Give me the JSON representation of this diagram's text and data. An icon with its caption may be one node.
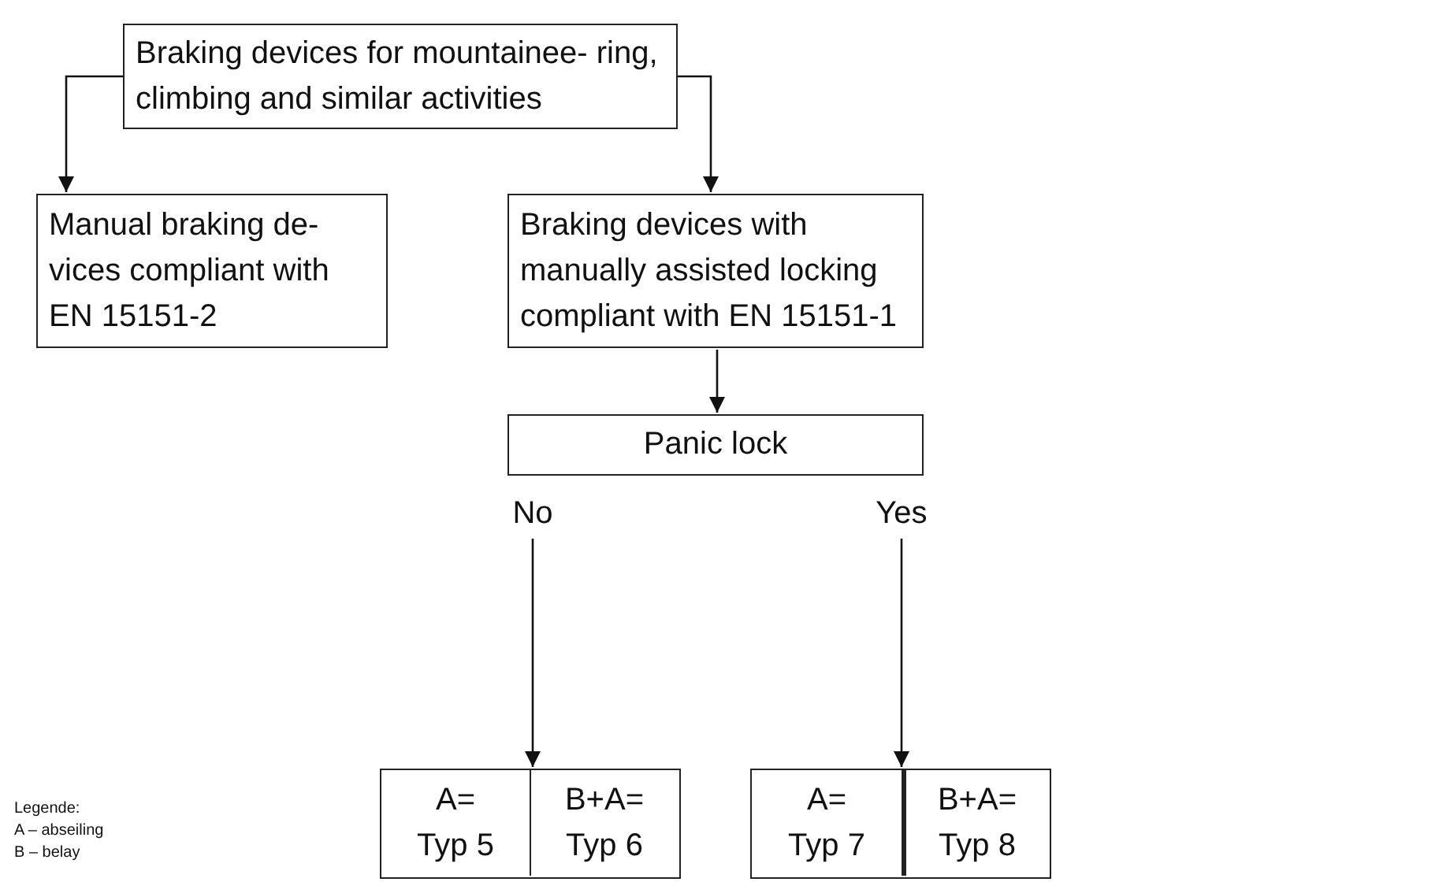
{
  "diagram": {
    "nodes": [
      {
        "text": [
          "Braking devices for mountainee- ring, climbing and similar activities"
        ]
      },
      {
        "text": [
          "Manual braking de- vices compliant with EN 15151-2"
        ]
      },
      {
        "text": [
          "Braking devices with manually assisted locking compliant with EN 15151-1"
        ]
      },
      {
        "text": [
          "Panic lock"
        ]
      },
      {
        "text": [
          "No"
        ]
      },
      {
        "text": [
          "Yes"
        ]
      },
      {
        "text": [],
        "shape": "box"
      },
      {
        "text": [
          "A=",
          "Typ 5"
        ],
        "in": 6
      },
      {
        "text": [
          "B+A=",
          "Typ 6"
        ],
        "in": 6
      },
      {
        "text": [],
        "shape": "box"
      },
      {
        "text": [
          "A=",
          "Typ 7"
        ],
        "in": 9
      },
      {
        "text": [
          "B+A=",
          "Typ 8"
        ],
        "in": 9
      }
    ],
    "edges": [
      {
        "from": 0,
        "to": 1,
        "arrow": "to"
      },
      {
        "from": 0,
        "to": 2,
        "arrow": "to"
      },
      {
        "from": 2,
        "to": 3,
        "arrow": "to"
      },
      {
        "from": 4,
        "to": 6,
        "arrow": "to"
      },
      {
        "from": 5,
        "to": 9,
        "arrow": "to"
      }
    ],
    "labels": [
      "Legende:",
      "A – abseiling",
      "B – belay"
    ]
  }
}
